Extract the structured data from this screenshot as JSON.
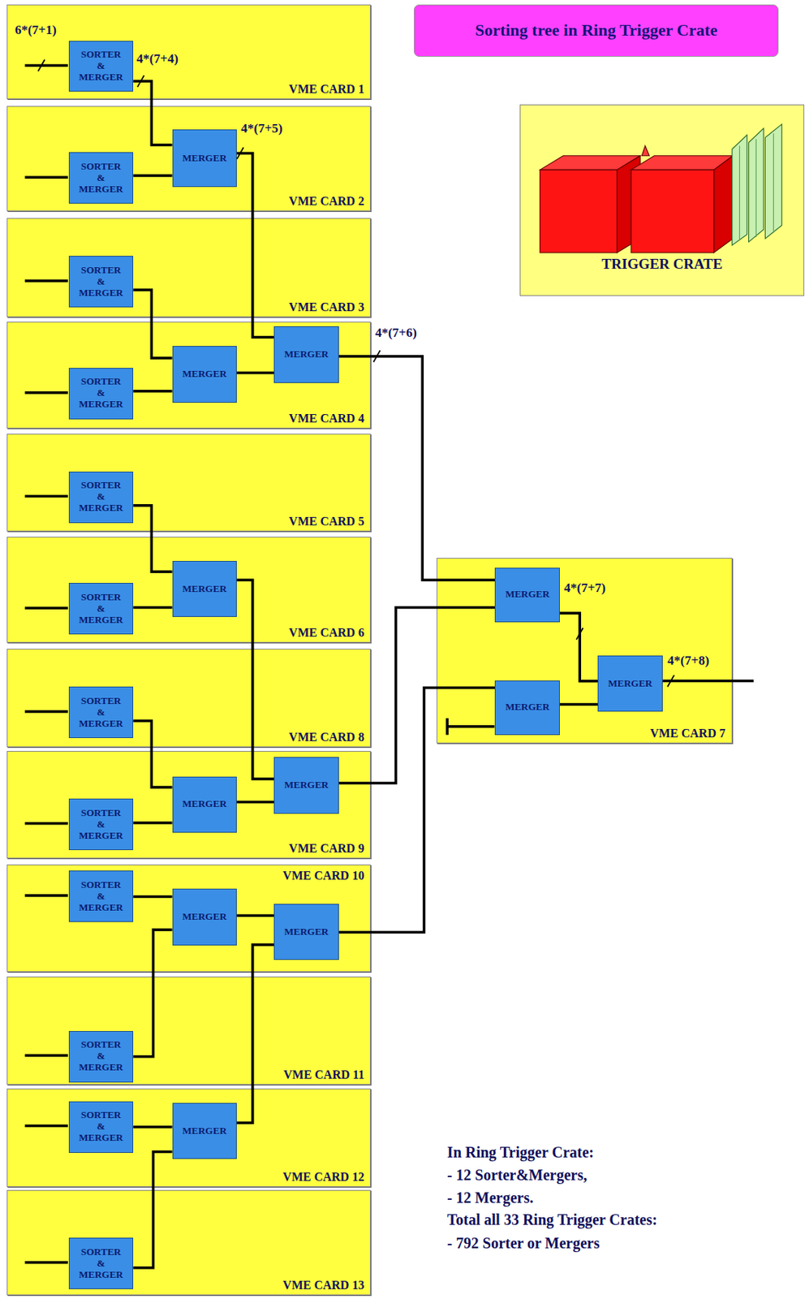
{
  "diagram": {
    "title": "Sorting tree in Ring Trigger Crate",
    "nodes": [
      {
        "text": [
          "VME CARD 1"
        ]
      },
      {
        "text": [
          "SORTER & MERGER"
        ],
        "in": 0
      },
      {
        "text": [
          "VME CARD 2"
        ]
      },
      {
        "text": [
          "SORTER & MERGER"
        ],
        "in": 2
      },
      {
        "text": [
          "MERGER"
        ],
        "in": 2
      },
      {
        "text": [
          "VME CARD 3"
        ]
      },
      {
        "text": [
          "SORTER & MERGER"
        ],
        "in": 5
      },
      {
        "text": [
          "VME CARD 4"
        ]
      },
      {
        "text": [
          "SORTER & MERGER"
        ],
        "in": 7
      },
      {
        "text": [
          "MERGER"
        ],
        "in": 7
      },
      {
        "text": [
          "MERGER"
        ],
        "in": 7
      },
      {
        "text": [
          "VME CARD 5"
        ]
      },
      {
        "text": [
          "SORTER & MERGER"
        ],
        "in": 11
      },
      {
        "text": [
          "VME CARD 6"
        ]
      },
      {
        "text": [
          "SORTER & MERGER"
        ],
        "in": 13
      },
      {
        "text": [
          "MERGER"
        ],
        "in": 13
      },
      {
        "text": [
          "VME CARD 8"
        ]
      },
      {
        "text": [
          "SORTER & MERGER"
        ],
        "in": 16
      },
      {
        "text": [
          "VME CARD 9"
        ]
      },
      {
        "text": [
          "SORTER & MERGER"
        ],
        "in": 18
      },
      {
        "text": [
          "MERGER"
        ],
        "in": 18
      },
      {
        "text": [
          "MERGER"
        ],
        "in": 18
      },
      {
        "text": [
          "VME CARD 10"
        ]
      },
      {
        "text": [
          "SORTER & MERGER"
        ],
        "in": 22
      },
      {
        "text": [
          "MERGER"
        ],
        "in": 22
      },
      {
        "text": [
          "MERGER"
        ],
        "in": 22
      },
      {
        "text": [
          "VME CARD 11"
        ]
      },
      {
        "text": [
          "SORTER & MERGER"
        ],
        "in": 26
      },
      {
        "text": [
          "VME CARD 12"
        ]
      },
      {
        "text": [
          "SORTER & MERGER"
        ],
        "in": 28
      },
      {
        "text": [
          "MERGER"
        ],
        "in": 28
      },
      {
        "text": [
          "VME CARD 13"
        ]
      },
      {
        "text": [
          "SORTER & MERGER"
        ],
        "in": 31
      },
      {
        "text": [
          "VME CARD 7"
        ]
      },
      {
        "text": [
          "MERGER"
        ],
        "in": 33
      },
      {
        "text": [
          "MERGER"
        ],
        "in": 33
      },
      {
        "text": [
          "MERGER"
        ],
        "in": 33
      },
      {
        "text": [
          "TRIGGER CRATE"
        ]
      }
    ],
    "edges": [
      {
        "from": 1,
        "to": 4,
        "arrow": "none"
      },
      {
        "from": 3,
        "to": 4,
        "arrow": "none"
      },
      {
        "from": 4,
        "to": 10,
        "arrow": "none"
      },
      {
        "from": 6,
        "to": 9,
        "arrow": "none"
      },
      {
        "from": 8,
        "to": 9,
        "arrow": "none"
      },
      {
        "from": 9,
        "to": 10,
        "arrow": "none"
      },
      {
        "from": 10,
        "to": 34,
        "arrow": "none"
      },
      {
        "from": 12,
        "to": 15,
        "arrow": "none"
      },
      {
        "from": 14,
        "to": 15,
        "arrow": "none"
      },
      {
        "from": 15,
        "to": 21,
        "arrow": "none"
      },
      {
        "from": 17,
        "to": 20,
        "arrow": "none"
      },
      {
        "from": 19,
        "to": 20,
        "arrow": "none"
      },
      {
        "from": 20,
        "to": 21,
        "arrow": "none"
      },
      {
        "from": 21,
        "to": 34,
        "arrow": "none"
      },
      {
        "from": 23,
        "to": 24,
        "arrow": "none"
      },
      {
        "from": 27,
        "to": 24,
        "arrow": "none"
      },
      {
        "from": 24,
        "to": 25,
        "arrow": "none"
      },
      {
        "from": 29,
        "to": 30,
        "arrow": "none"
      },
      {
        "from": 32,
        "to": 30,
        "arrow": "none"
      },
      {
        "from": 30,
        "to": 25,
        "arrow": "none"
      },
      {
        "from": 25,
        "to": 35,
        "arrow": "none"
      },
      {
        "from": 34,
        "to": 36,
        "arrow": "none"
      },
      {
        "from": 35,
        "to": 36,
        "arrow": "none"
      }
    ],
    "labels": [
      "6*(7+1)",
      "4*(7+4)",
      "4*(7+5)",
      "4*(7+6)",
      "4*(7+7)",
      "4*(7+8)",
      "In Ring Trigger Crate:",
      "- 12 Sorter&Mergers,",
      "- 12 Mergers.",
      "Total all 33 Ring Trigger Crates:",
      "- 792 Sorter or Mergers"
    ]
  }
}
